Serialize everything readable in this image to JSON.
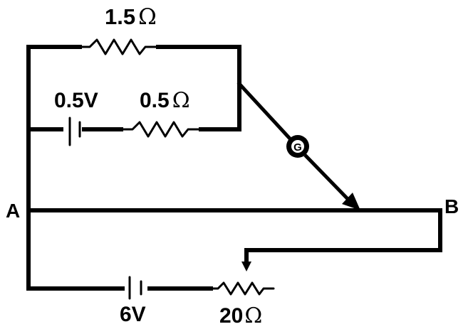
{
  "labels": {
    "r_top": "1.5",
    "r_mid": "0.5",
    "cell_mid": "0.5V",
    "cell_bottom": "6V",
    "rheostat": "20",
    "ohm": "Ω",
    "point_a": "A",
    "point_b": "B",
    "galvanometer": "G"
  }
}
